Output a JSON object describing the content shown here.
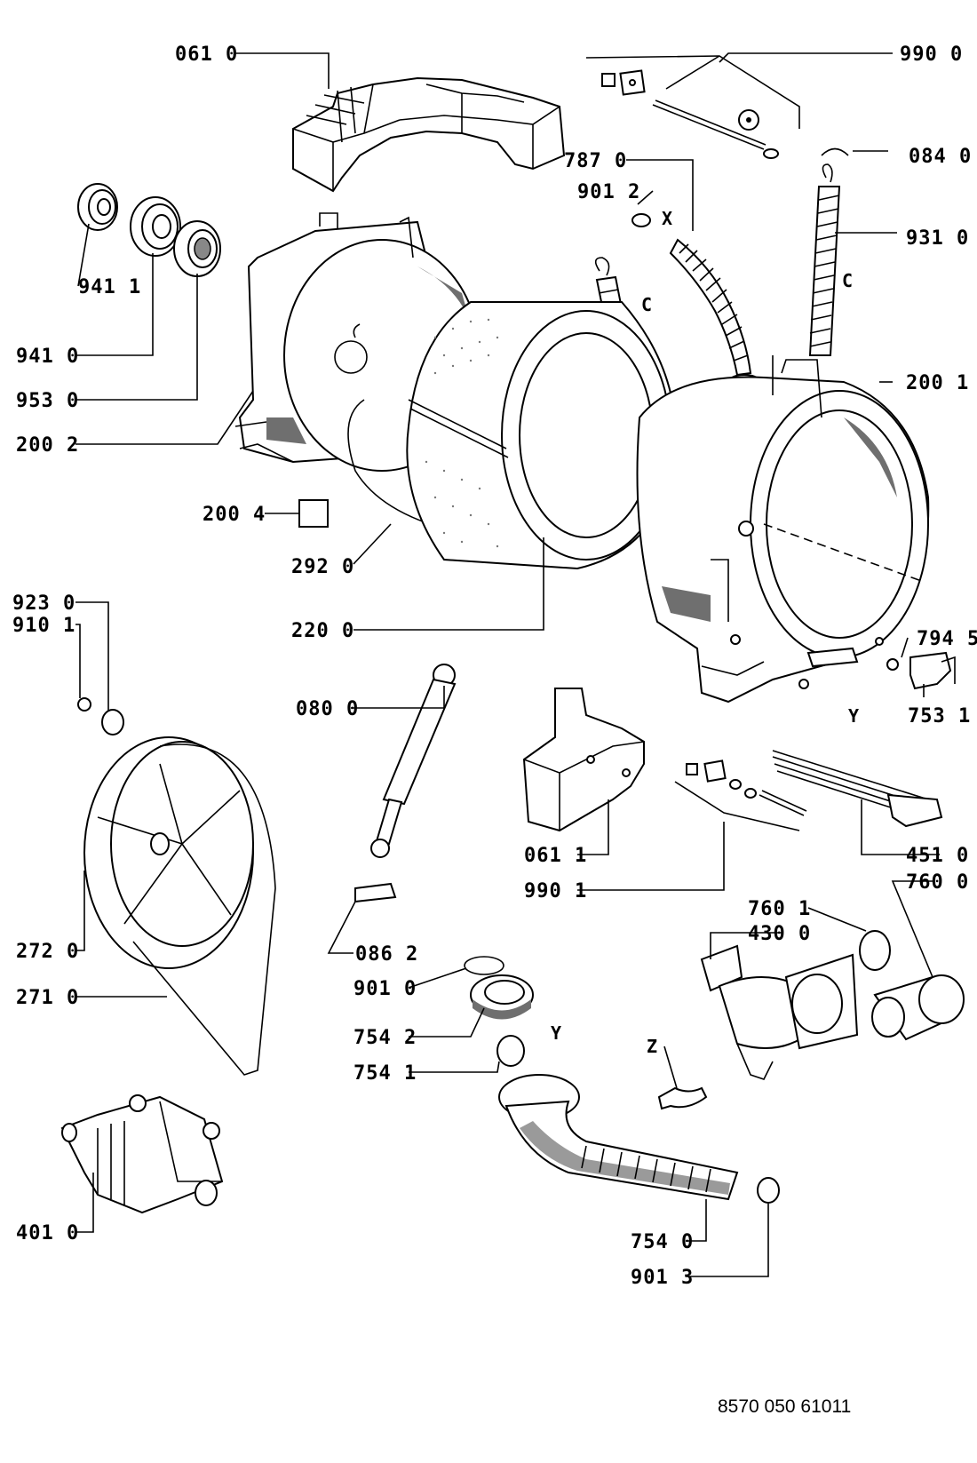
{
  "labels": {
    "l0610": "061 0",
    "l9900": "990 0",
    "l0840": "084 0",
    "l7870": "787 0",
    "l9012": "901 2",
    "lX": "X",
    "l9310": "931 0",
    "lC1": "C",
    "lC2": "C",
    "l9411": "941 1",
    "l9410": "941 0",
    "l9530": "953 0",
    "l2002": "200 2",
    "l2001": "200 1",
    "l2004": "200 4",
    "l2920": "292 0",
    "l2200": "220 0",
    "l9230": "923 0",
    "l9101": "910 1",
    "l7945": "794 5",
    "lY1": "Y",
    "l7531": "753 1",
    "l0800": "080 0",
    "l0611": "061 1",
    "l9901": "990 1",
    "l4510": "451 0",
    "l7600": "760 0",
    "l7601": "760 1",
    "l4300": "430 0",
    "l2720": "272 0",
    "l0862": "086 2",
    "l9010": "901 0",
    "lY2": "Y",
    "l2710": "271 0",
    "l7542": "754 2",
    "l7541": "754 1",
    "lZ": "Z",
    "l4010": "401 0",
    "l7540": "754 0",
    "l9013": "901 3"
  },
  "document_code": "8570 050 61011",
  "colors": {
    "ink": "#000000",
    "paper": "#ffffff",
    "hatch": "#6f6f6f"
  }
}
